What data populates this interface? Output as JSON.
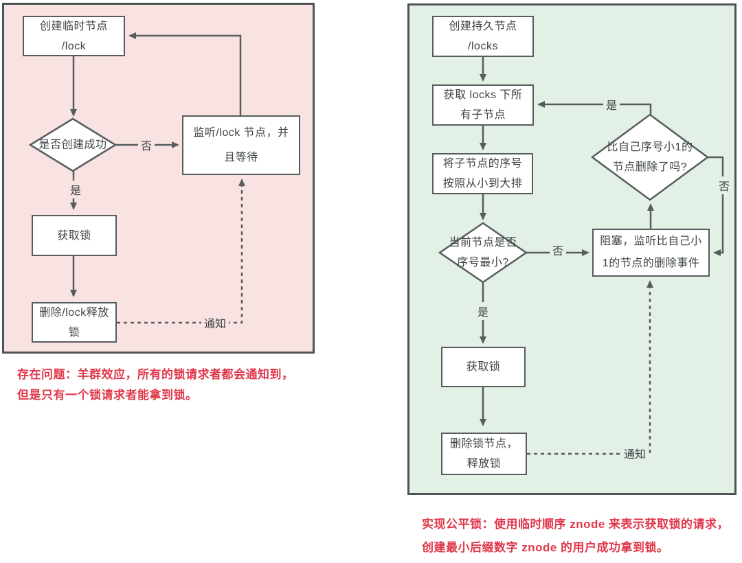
{
  "colors": {
    "left_panel_bg": "#f8e2e2",
    "right_panel_bg": "#e2f0e6",
    "panel_border": "#4d5453",
    "node_border": "#565d5c",
    "connector": "#565d5c",
    "node_text": "#3d4345",
    "caption_red": "#e0374a"
  },
  "left": {
    "nodes": {
      "create": {
        "lines": [
          "创建临时节点",
          "/lock"
        ]
      },
      "decision_create_success": {
        "lines": [
          "是否创建成功"
        ]
      },
      "listen": {
        "lines": [
          "监听/lock 节点，并",
          "且等待"
        ]
      },
      "acquire": {
        "lines": [
          "获取锁"
        ]
      },
      "release": {
        "lines": [
          "删除/lock释放",
          "锁"
        ]
      }
    },
    "labels": {
      "no": "否",
      "yes": "是",
      "notify": "通知"
    },
    "caption": {
      "line1": "存在问题：羊群效应，所有的锁请求者都会通知到，",
      "line2": "但是只有一个锁请求者能拿到锁。"
    }
  },
  "right": {
    "nodes": {
      "create": {
        "lines": [
          "创建持久节点",
          "/locks"
        ]
      },
      "get_children": {
        "lines": [
          "获取 locks 下所",
          "有子节点"
        ]
      },
      "sort": {
        "lines": [
          "将子节点的序号",
          "按照从小到大排"
        ]
      },
      "decision_is_smallest": {
        "lines": [
          "当前节点是否",
          "序号最小?"
        ]
      },
      "block": {
        "lines": [
          "阻塞，监听比自己小",
          "1的节点的删除事件"
        ]
      },
      "decision_prev_deleted": {
        "lines": [
          "比自己序号小1的",
          "节点删除了吗?"
        ]
      },
      "acquire": {
        "lines": [
          "获取锁"
        ]
      },
      "release": {
        "lines": [
          "删除锁节点，",
          "释放锁"
        ]
      }
    },
    "labels": {
      "yes_top": "是",
      "no_right": "否",
      "no_mid": "否",
      "yes_down": "是",
      "notify": "通知"
    },
    "caption": {
      "line1": "实现公平锁：使用临时顺序 znode 来表示获取锁的请求，",
      "line2": "创建最小后缀数字 znode 的用户成功拿到锁。"
    }
  }
}
